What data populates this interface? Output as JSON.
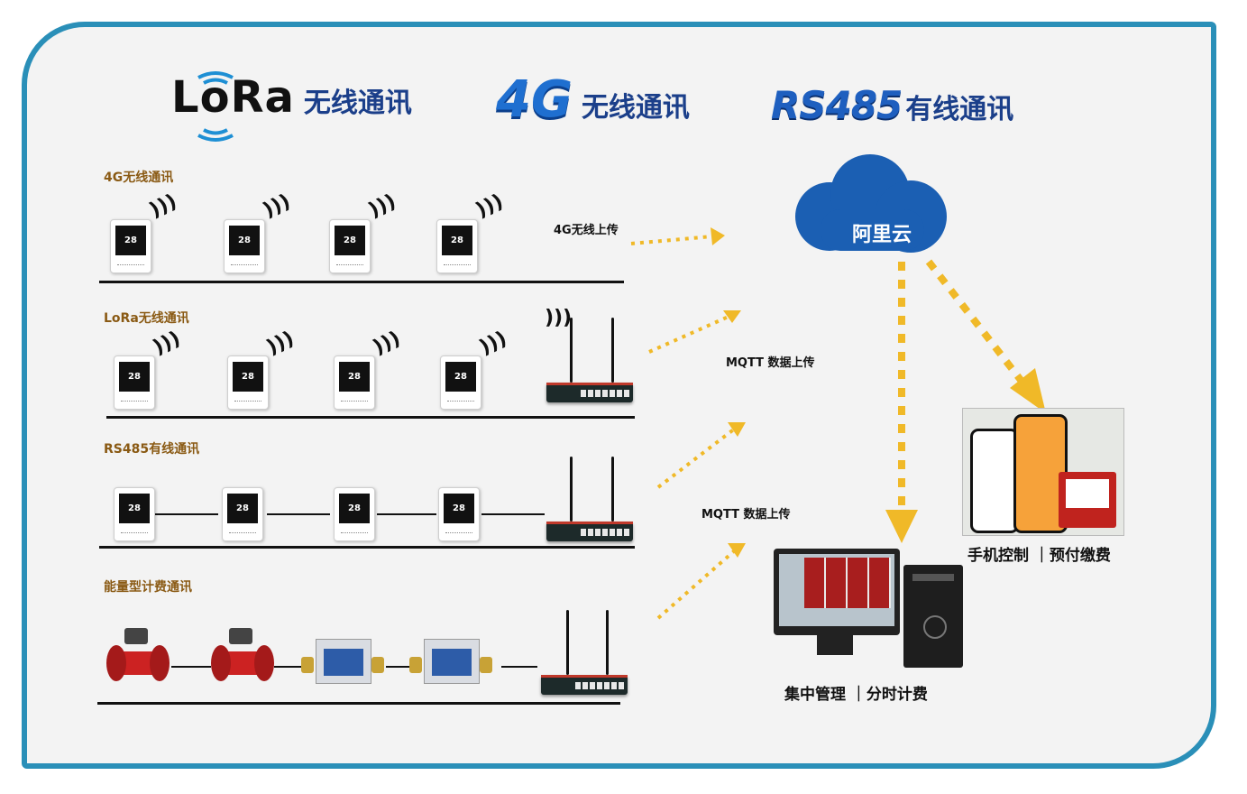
{
  "header": {
    "lora": {
      "main": "LoRa",
      "sub": "无线通讯"
    },
    "g4": {
      "main": "4G",
      "sub": "无线通讯"
    },
    "rs485": {
      "main": "RS485",
      "sub": "有线通讯"
    }
  },
  "sections": {
    "s1": "4G无线通讯",
    "s2": "LoRa无线通讯",
    "s3": "RS485有线通讯",
    "s4": "能量型计费通讯"
  },
  "thermostat_display": "28",
  "cloud": {
    "label": "阿里云"
  },
  "arrows": {
    "upload_4g": "4G无线上传",
    "mqtt_1": "MQTT 数据上传",
    "mqtt_2": "MQTT 数据上传"
  },
  "captions": {
    "mobile": "手机控制 ｜预付缴费",
    "pc": "集中管理 ｜分时计费"
  },
  "colors": {
    "frame": "#2a8fb8",
    "cloud": "#1b5fb3",
    "arrow": "#f0b928",
    "section": "#8a5a14"
  }
}
